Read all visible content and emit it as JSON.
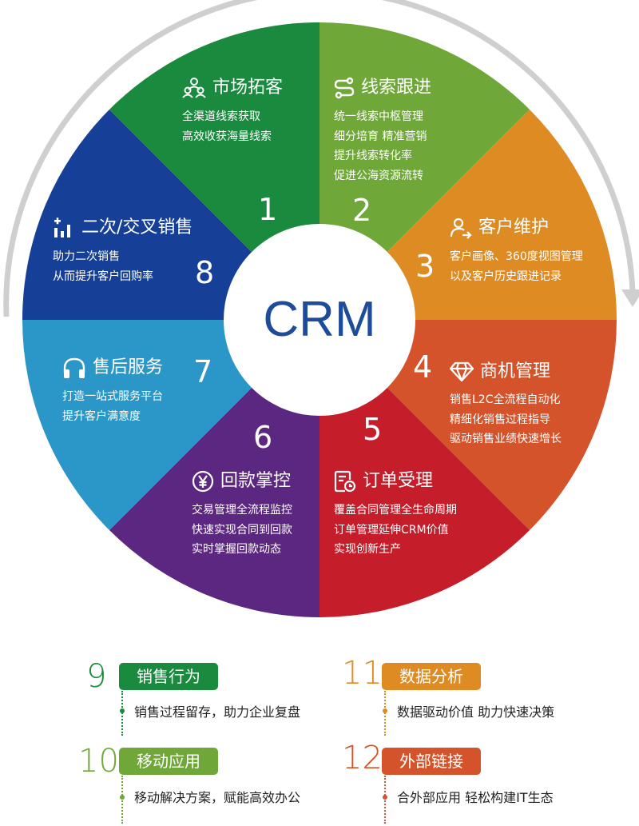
{
  "center_label": "CRM",
  "segments": [
    {
      "number": "1",
      "title": "市场拓客",
      "icon": "people-group-icon",
      "color": "#1a8a3e",
      "lines": [
        "全渠道线索获取",
        "高效收获海量线索"
      ]
    },
    {
      "number": "2",
      "title": "线索跟进",
      "icon": "route-icon",
      "color": "#6fa838",
      "lines": [
        "统一线索中枢管理",
        "细分培育 精准营销",
        "提升线索转化率",
        "促进公海资源流转"
      ]
    },
    {
      "number": "3",
      "title": "客户维护",
      "icon": "user-arrow-icon",
      "color": "#df8b24",
      "lines": [
        "客户画像、360度视图管理",
        "以及客户历史跟进记录"
      ]
    },
    {
      "number": "4",
      "title": "商机管理",
      "icon": "diamond-icon",
      "color": "#d5532a",
      "lines": [
        "销售L2C全流程自动化",
        "精细化销售过程指导",
        "驱动销售业绩快速增长"
      ]
    },
    {
      "number": "5",
      "title": "订单受理",
      "icon": "order-clock-icon",
      "color": "#c61d2b",
      "lines": [
        "覆盖合同管理全生命周期",
        "订单管理延伸CRM价值",
        "实现创新生产"
      ]
    },
    {
      "number": "6",
      "title": "回款掌控",
      "icon": "yen-coin-icon",
      "color": "#5b2780",
      "lines": [
        "交易管理全流程监控",
        "快速实现合同到回款",
        "实时掌握回款动态"
      ]
    },
    {
      "number": "7",
      "title": "售后服务",
      "icon": "headphones-icon",
      "color": "#2a97c8",
      "lines": [
        "打造一站式服务平台",
        "提升客户满意度"
      ]
    },
    {
      "number": "8",
      "title": "二次/交叉销售",
      "icon": "bar-chart-plus-icon",
      "color": "#163f97",
      "lines": [
        "助力二次销售",
        "从而提升客户回购率"
      ]
    }
  ],
  "features": [
    {
      "number": "9",
      "label": "销售行为",
      "desc": "销售过程留存，助力企业复盘",
      "color": "#1a8a3e"
    },
    {
      "number": "10",
      "label": "移动应用",
      "desc": "移动解决方案，赋能高效办公",
      "color": "#6fa838"
    },
    {
      "number": "11",
      "label": "数据分析",
      "desc": "数据驱动价值 助力快速决策",
      "color": "#df8b24"
    },
    {
      "number": "12",
      "label": "外部链接",
      "desc": "合外部应用 轻松构建IT生态",
      "color": "#d5532a"
    }
  ],
  "colors": {
    "ring_arrow": "#cfcfcf",
    "crm_text": "#1d4c9a",
    "desc_text": "#222222"
  }
}
